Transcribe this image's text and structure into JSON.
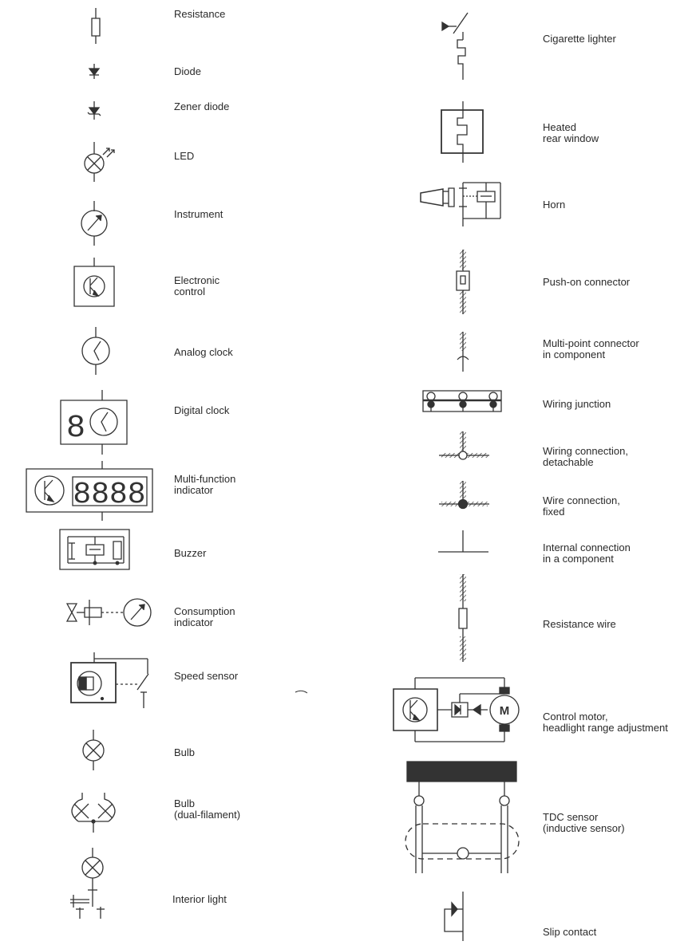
{
  "left_column": [
    {
      "label": "Resistance",
      "icon": "resistance-icon"
    },
    {
      "label": "Diode",
      "icon": "diode-icon"
    },
    {
      "label": "Zener diode",
      "icon": "zener-diode-icon"
    },
    {
      "label": "LED",
      "icon": "led-icon"
    },
    {
      "label": "Instrument",
      "icon": "instrument-icon"
    },
    {
      "label": "Electronic\ncontrol",
      "icon": "electronic-control-icon"
    },
    {
      "label": "Analog clock",
      "icon": "analog-clock-icon"
    },
    {
      "label": "Digital clock",
      "icon": "digital-clock-icon"
    },
    {
      "label": "Multi-function\nindicator",
      "icon": "multi-function-indicator-icon"
    },
    {
      "label": "Buzzer",
      "icon": "buzzer-icon"
    },
    {
      "label": "Consumption\nindicator",
      "icon": "consumption-indicator-icon"
    },
    {
      "label": "Speed sensor",
      "icon": "speed-sensor-icon"
    },
    {
      "label": "Bulb",
      "icon": "bulb-icon"
    },
    {
      "label": "Bulb\n(dual-filament)",
      "icon": "dual-filament-bulb-icon"
    },
    {
      "label": "Interior light",
      "icon": "interior-light-icon"
    }
  ],
  "right_column": [
    {
      "label": "Cigarette lighter",
      "icon": "cigarette-lighter-icon"
    },
    {
      "label": "Heated\nrear window",
      "icon": "heated-rear-window-icon"
    },
    {
      "label": "Horn",
      "icon": "horn-icon"
    },
    {
      "label": "Push-on connector",
      "icon": "push-on-connector-icon"
    },
    {
      "label": "Multi-point connector\nin component",
      "icon": "multi-point-connector-icon"
    },
    {
      "label": "Wiring junction",
      "icon": "wiring-junction-icon"
    },
    {
      "label": "Wiring connection,\ndetachable",
      "icon": "wiring-connection-detachable-icon"
    },
    {
      "label": "Wire connection,\nfixed",
      "icon": "wire-connection-fixed-icon"
    },
    {
      "label": "Internal connection\nin a component",
      "icon": "internal-connection-icon"
    },
    {
      "label": "Resistance wire",
      "icon": "resistance-wire-icon"
    },
    {
      "label": "Control motor,\nheadlight range adjustment",
      "icon": "control-motor-icon",
      "motor_letter": "M"
    },
    {
      "label": "TDC sensor\n(inductive sensor)",
      "icon": "tdc-sensor-icon"
    },
    {
      "label": "Slip contact",
      "icon": "slip-contact-icon"
    }
  ],
  "digital_display": {
    "clock": "8",
    "multi": "8888"
  }
}
